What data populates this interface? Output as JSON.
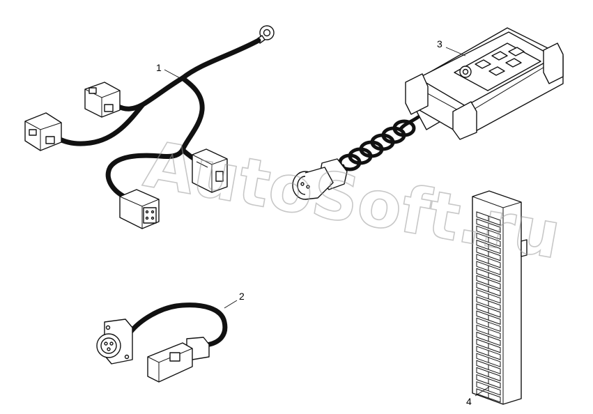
{
  "callouts": {
    "c1": "1",
    "c2": "2",
    "c3": "3",
    "c4": "4"
  },
  "watermark": "AutoSoft.ru",
  "colors": {
    "line": "#111111",
    "watermark": "#9a9a9a",
    "background": "#ffffff"
  }
}
